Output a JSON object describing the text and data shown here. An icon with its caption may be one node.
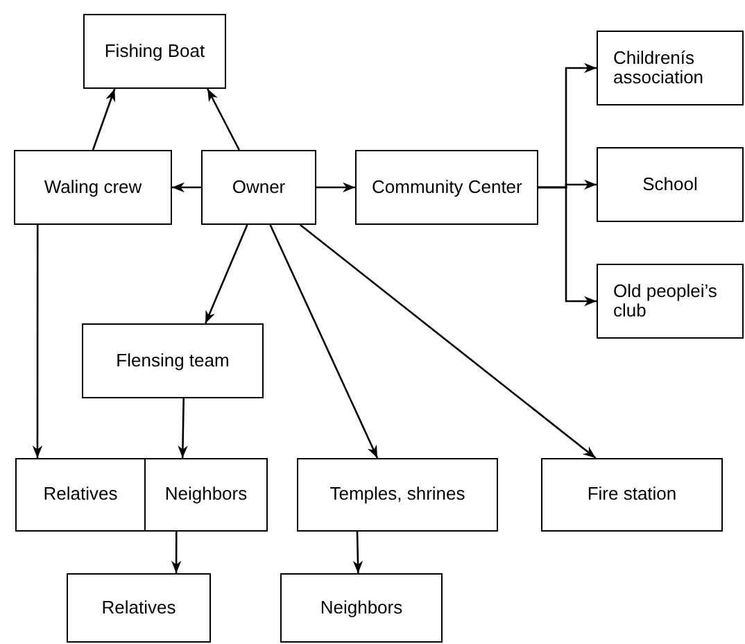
{
  "diagram": {
    "nodes": [
      {
        "text": [
          "Fishing Boat"
        ]
      },
      {
        "text": [
          "Waling crew"
        ]
      },
      {
        "text": [
          "Owner"
        ]
      },
      {
        "text": [
          "Community Center"
        ]
      },
      {
        "text": [
          "Childrenís association"
        ]
      },
      {
        "text": [
          "School"
        ]
      },
      {
        "text": [
          "Old peoplei’s club"
        ]
      },
      {
        "text": [
          "Flensing team"
        ]
      },
      {
        "text": [
          "Relatives"
        ]
      },
      {
        "text": [
          "Neighbors"
        ]
      },
      {
        "text": [
          "Temples, shrines"
        ]
      },
      {
        "text": [
          "Fire station"
        ]
      },
      {
        "text": [
          "Relatives"
        ]
      },
      {
        "text": [
          "Neighbors"
        ]
      }
    ],
    "edges": [
      {
        "from": 1,
        "to": 0,
        "arrow": "to"
      },
      {
        "from": 2,
        "to": 0,
        "arrow": "to"
      },
      {
        "from": 2,
        "to": 1,
        "arrow": "to"
      },
      {
        "from": 2,
        "to": 3,
        "arrow": "to"
      },
      {
        "from": 3,
        "to": 4,
        "arrow": "to"
      },
      {
        "from": 3,
        "to": 5,
        "arrow": "to"
      },
      {
        "from": 3,
        "to": 6,
        "arrow": "to"
      },
      {
        "from": 2,
        "to": 7,
        "arrow": "to"
      },
      {
        "from": 2,
        "to": 10,
        "arrow": "to"
      },
      {
        "from": 2,
        "to": 11,
        "arrow": "to"
      },
      {
        "from": 1,
        "to": 8,
        "arrow": "to"
      },
      {
        "from": 7,
        "to": 9,
        "arrow": "to"
      },
      {
        "from": 9,
        "to": 12,
        "arrow": "to"
      },
      {
        "from": 10,
        "to": 13,
        "arrow": "to"
      }
    ]
  }
}
